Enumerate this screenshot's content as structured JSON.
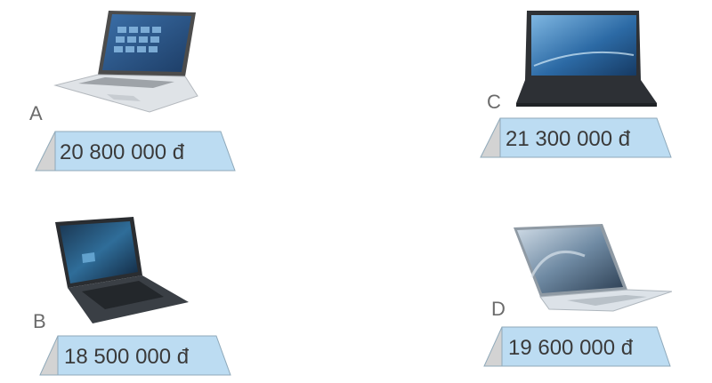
{
  "items": [
    {
      "id": "A",
      "letter": "A",
      "price": "20 800 000 đ"
    },
    {
      "id": "B",
      "letter": "B",
      "price": "18 500 000 đ"
    },
    {
      "id": "C",
      "letter": "C",
      "price": "21 300 000 đ"
    },
    {
      "id": "D",
      "letter": "D",
      "price": "19 600 000 đ"
    }
  ],
  "colors": {
    "tag_fill": "#bcdcf2",
    "tag_edge": "#8fa9ba",
    "tag_side": "#d3d3d3"
  },
  "icons": [
    "laptop-icon"
  ]
}
